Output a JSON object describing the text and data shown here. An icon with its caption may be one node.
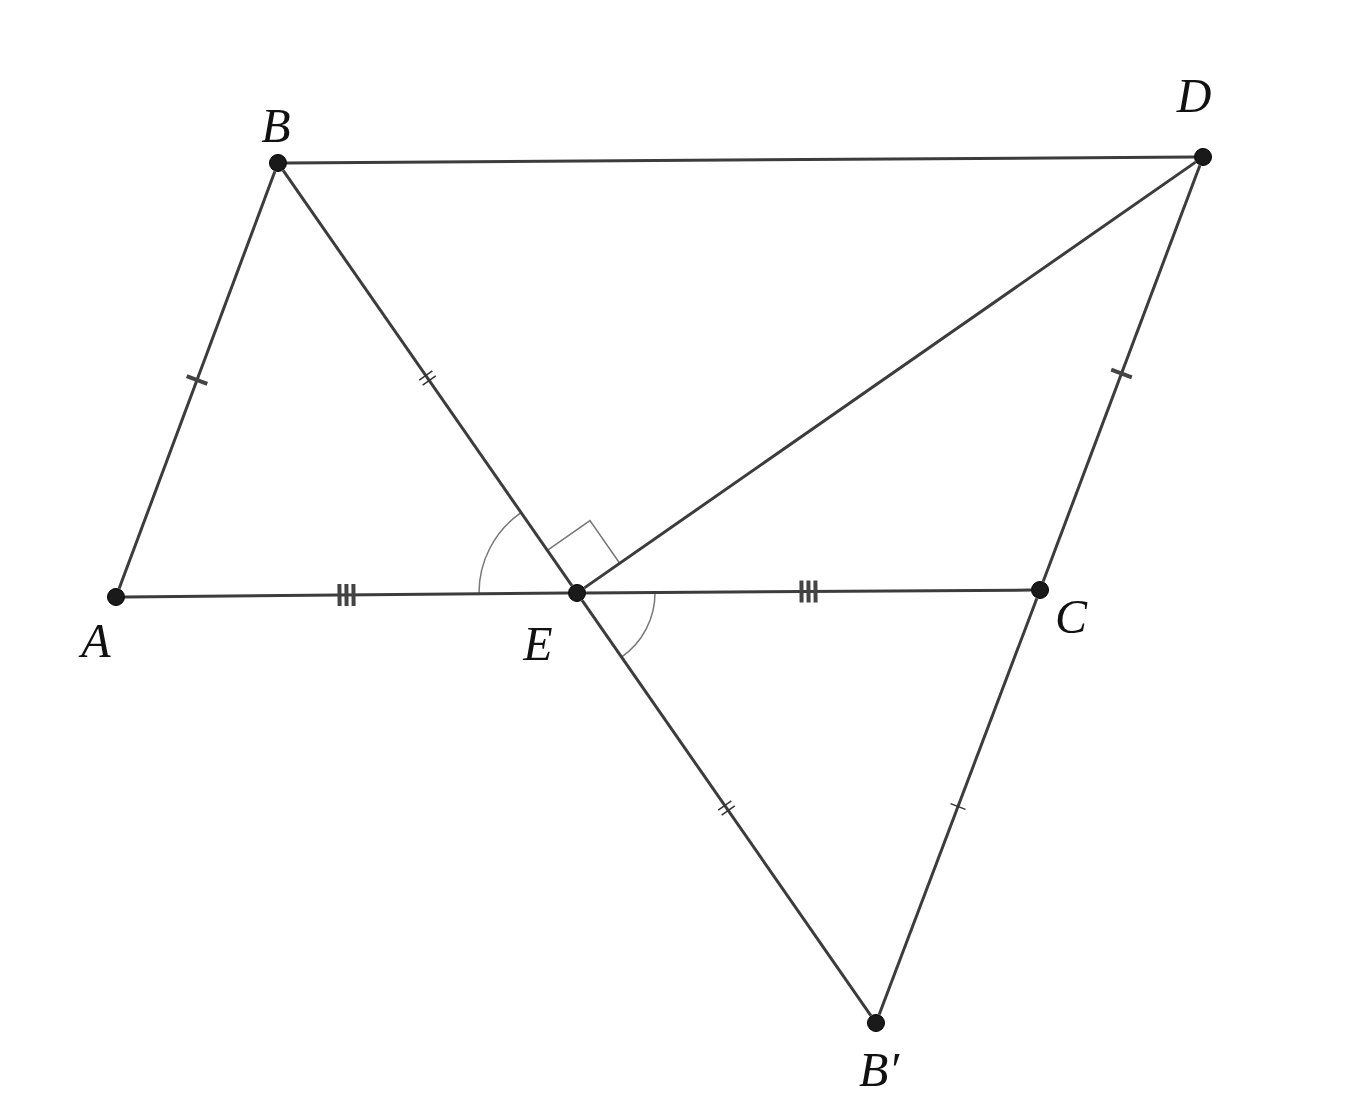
{
  "diagram": {
    "nodes": [
      {
        "text": [
          "B"
        ]
      },
      {
        "text": [
          "D"
        ]
      },
      {
        "text": [
          "A"
        ]
      },
      {
        "text": [
          "E"
        ]
      },
      {
        "text": [
          "C"
        ]
      },
      {
        "text": [
          "B′"
        ]
      }
    ],
    "edges": [
      {
        "from": 2,
        "to": 0,
        "arrow": "none"
      },
      {
        "from": 0,
        "to": 1,
        "arrow": "none"
      },
      {
        "from": 1,
        "to": 4,
        "arrow": "none"
      },
      {
        "from": 2,
        "to": 3,
        "arrow": "none"
      },
      {
        "from": 3,
        "to": 4,
        "arrow": "none"
      },
      {
        "from": 0,
        "to": 3,
        "arrow": "none"
      },
      {
        "from": 3,
        "to": 5,
        "arrow": "none"
      },
      {
        "from": 4,
        "to": 5,
        "arrow": "none"
      },
      {
        "from": 3,
        "to": 1,
        "arrow": "none"
      }
    ]
  }
}
